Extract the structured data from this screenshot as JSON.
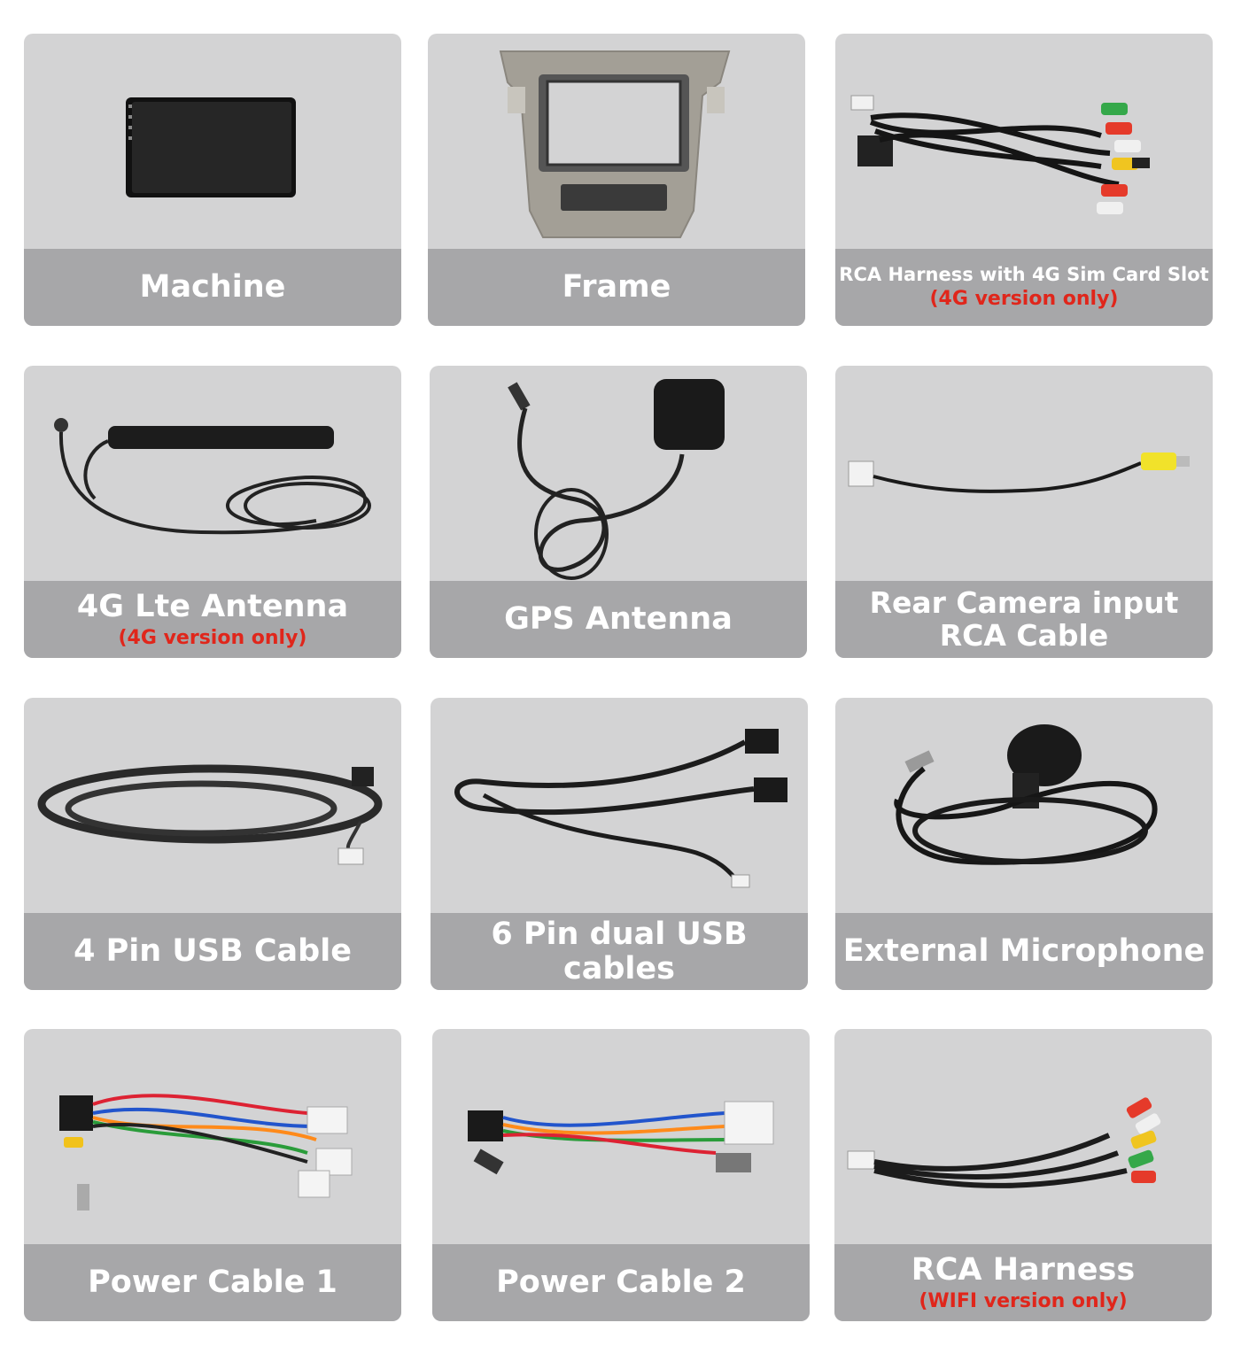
{
  "items": [
    {
      "label": "Machine",
      "icon": "head-unit-screen-icon"
    },
    {
      "label": "Frame",
      "icon": "dash-frame-icon"
    },
    {
      "label": "RCA Harness with 4G Sim Card Slot",
      "note": "(4G version only)",
      "icon": "rca-harness-icon"
    },
    {
      "label": "4G Lte Antenna",
      "note": "(4G version only)",
      "icon": "lte-antenna-icon"
    },
    {
      "label": "GPS Antenna",
      "icon": "gps-antenna-icon"
    },
    {
      "label": "Rear Camera input",
      "label2": "RCA Cable",
      "icon": "rca-camera-cable-icon"
    },
    {
      "label": "4 Pin USB Cable",
      "icon": "usb-cable-icon"
    },
    {
      "label": "6 Pin dual USB cables",
      "icon": "dual-usb-cable-icon"
    },
    {
      "label": "External Microphone",
      "icon": "microphone-icon"
    },
    {
      "label": "Power Cable 1",
      "icon": "power-cable-icon"
    },
    {
      "label": "Power Cable 2",
      "icon": "power-cable-icon"
    },
    {
      "label": "RCA Harness",
      "note": "(WIFI version only)",
      "icon": "rca-harness-icon"
    }
  ],
  "colors": {
    "card_bg": "#d3d3d4",
    "label_bg": "#a7a7a9",
    "label_text": "#ffffff",
    "note_text": "#e0261b"
  }
}
